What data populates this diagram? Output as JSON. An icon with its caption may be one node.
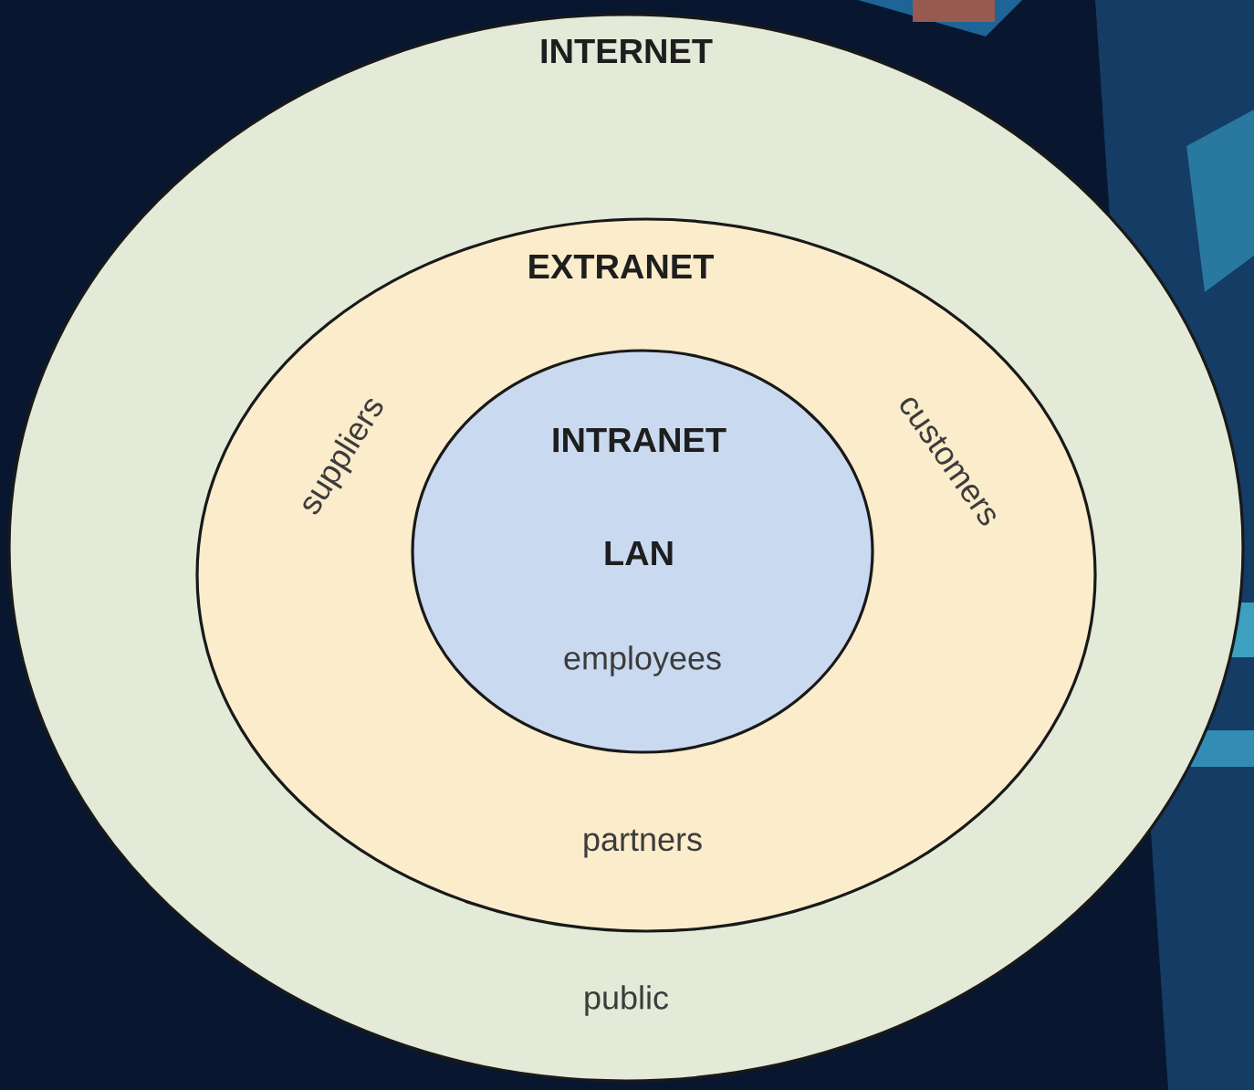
{
  "diagram": {
    "nodes": [
      {
        "text": [
          "INTERNET",
          "public"
        ]
      },
      {
        "text": [
          "EXTRANET",
          "suppliers",
          "customers",
          "partners"
        ],
        "in": 0
      },
      {
        "text": [
          "INTRANET",
          "LAN",
          "employees"
        ],
        "in": 1
      }
    ]
  }
}
